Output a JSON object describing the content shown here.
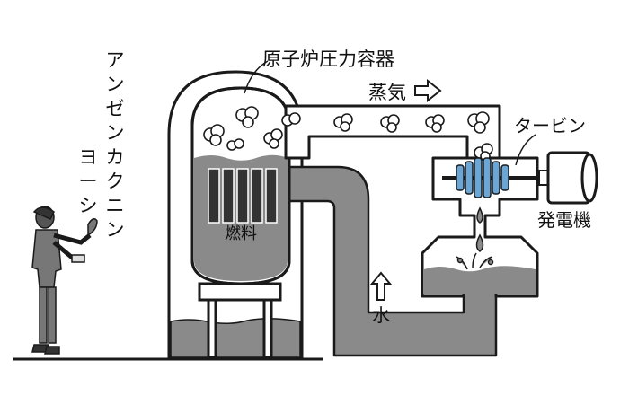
{
  "labels": {
    "reactor_vessel": "原子炉圧力容器",
    "steam": "蒸気",
    "turbine": "タービン",
    "generator": "発電機",
    "fuel": "燃料",
    "water": "水"
  },
  "vertical_text": {
    "column_1": [
      "ア",
      "ン",
      "ゼ",
      "ン",
      "カ",
      "ク",
      "ニ",
      "ン"
    ],
    "column_2": [
      "ヨ",
      "ー",
      "シ"
    ]
  },
  "colors": {
    "water": "#8a8a8a",
    "fill_light": "#f4f4f4",
    "turbine_blue": "#6aa6d6",
    "ink": "#1a1a1a"
  }
}
